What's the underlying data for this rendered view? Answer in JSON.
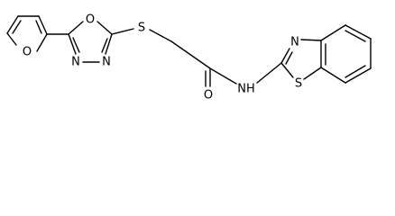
{
  "molecule": {
    "atom_labels": {
      "furan_oxygen": "O",
      "oxadiazole_oxygen": "O",
      "oxadiazole_n1": "N",
      "oxadiazole_n2": "N",
      "thioether_sulfur": "S",
      "carbonyl_oxygen": "O",
      "amide_nh": "NH",
      "thiazole_nitrogen": "N",
      "thiazole_sulfur": "S"
    }
  }
}
